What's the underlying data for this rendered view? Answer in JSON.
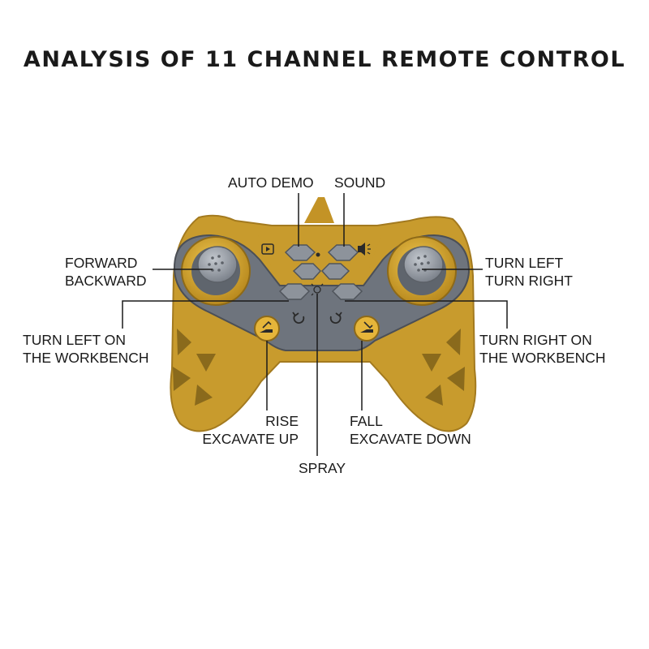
{
  "title": "ANALYSIS OF 11 CHANNEL REMOTE CONTROL",
  "labels": {
    "auto_demo": "AUTO DEMO",
    "sound": "SOUND",
    "forward_backward": [
      "FORWARD",
      "BACKWARD"
    ],
    "turn_left_right": [
      "TURN LEFT",
      "TURN RIGHT"
    ],
    "turn_left_workbench": [
      "TURN LEFT ON",
      "THE WORKBENCH"
    ],
    "turn_right_workbench": [
      "TURN RIGHT ON",
      "THE WORKBENCH"
    ],
    "rise": [
      "RISE",
      "EXCAVATE UP"
    ],
    "fall": [
      "FALL",
      "EXCAVATE DOWN"
    ],
    "spray": "SPRAY"
  },
  "colors": {
    "body": "#c99a2c",
    "body_dark": "#9b7420",
    "panel": "#707680",
    "button": "#8c929b",
    "stick": "#a7adb5",
    "line": "#1a1a1a"
  },
  "icons": [
    "play-icon",
    "speaker-icon",
    "rotate-left-icon",
    "rotate-right-icon",
    "excavator-up-icon",
    "excavator-down-icon",
    "spray-icon"
  ]
}
